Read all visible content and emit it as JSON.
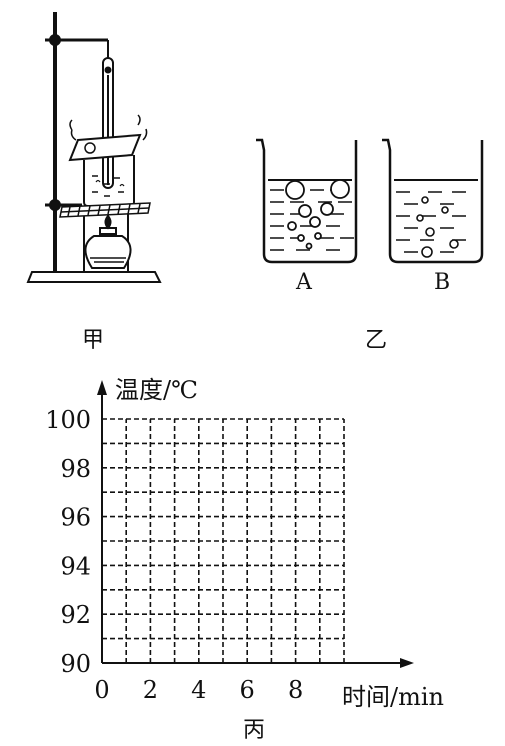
{
  "figures": {
    "jia": {
      "caption": "甲"
    },
    "yi": {
      "caption": "乙",
      "beaker_a_label": "A",
      "beaker_b_label": "B"
    },
    "bing": {
      "caption": "丙"
    }
  },
  "chart_data": {
    "type": "scatter",
    "title": "",
    "ylabel": "温度/℃",
    "xlabel": "时间/min",
    "xlim": [
      0,
      10
    ],
    "ylim": [
      90,
      100
    ],
    "x_ticks": [
      "0",
      "2",
      "4",
      "6",
      "8"
    ],
    "y_ticks": [
      "90",
      "92",
      "94",
      "96",
      "98",
      "100"
    ],
    "grid": true,
    "grid_style": "dashed",
    "x_minor_step": 1,
    "y_minor_step": 1,
    "series": []
  }
}
